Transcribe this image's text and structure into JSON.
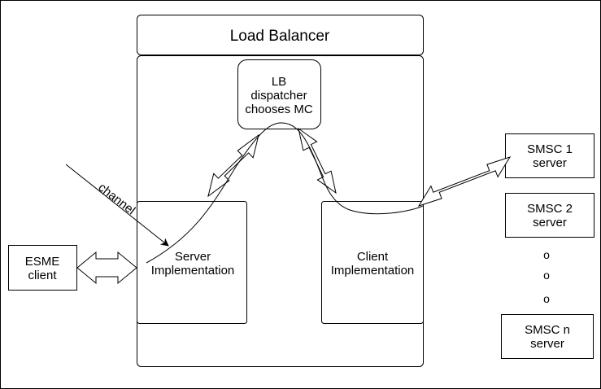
{
  "colors": {
    "stroke": "#000000",
    "fill": "#ffffff"
  },
  "load_balancer": {
    "title": "Load Balancer"
  },
  "dispatcher": {
    "line1": "LB",
    "line2": "dispatcher",
    "line3": "chooses MC"
  },
  "server_impl": {
    "line1": "Server",
    "line2": "Implementation"
  },
  "client_impl": {
    "line1": "Client",
    "line2": "Implementation"
  },
  "esme": {
    "line1": "ESME",
    "line2": "client"
  },
  "smsc1": {
    "line1": "SMSC 1",
    "line2": "server"
  },
  "smsc2": {
    "line1": "SMSC 2",
    "line2": "server"
  },
  "smscn": {
    "line1": "SMSC n",
    "line2": "server"
  },
  "ellipsis": {
    "dot1": "o",
    "dot2": "o",
    "dot3": "o"
  },
  "channel_label": "channel"
}
